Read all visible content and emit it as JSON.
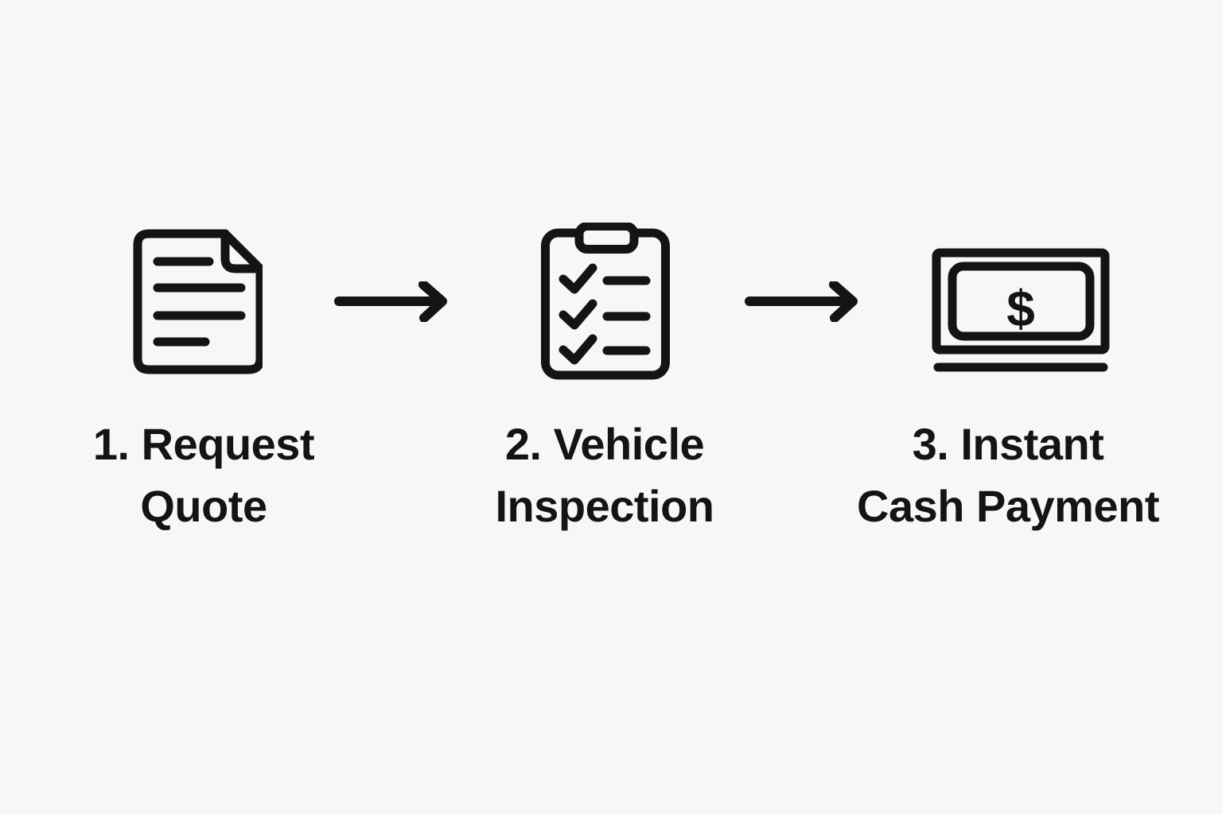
{
  "colors": {
    "background": "#f7f7f5",
    "ink": "#141414"
  },
  "steps": [
    {
      "name": "request-quote",
      "icon": "document-icon",
      "line1": "1. Request",
      "line2": "Quote"
    },
    {
      "name": "vehicle-inspection",
      "icon": "clipboard-checklist-icon",
      "line1": "2. Vehicle",
      "line2": "Inspection"
    },
    {
      "name": "instant-cash-payment",
      "icon": "money-bill-icon",
      "currency_symbol": "$",
      "line1": "3. Instant",
      "line2": "Cash Payment"
    }
  ],
  "connectors": [
    {
      "name": "arrow-1",
      "icon": "arrow-right-icon"
    },
    {
      "name": "arrow-2",
      "icon": "arrow-right-icon"
    }
  ]
}
